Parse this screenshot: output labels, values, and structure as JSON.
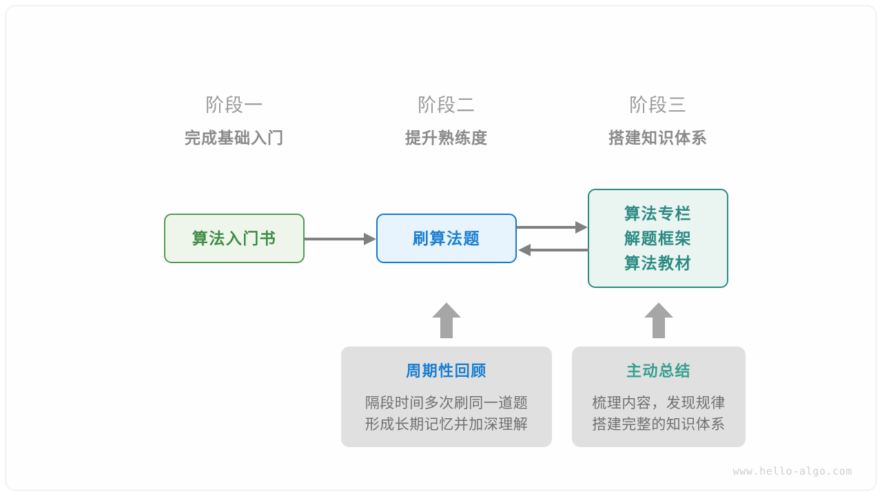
{
  "page": {
    "watermark": "www.hello-algo.com",
    "background": "#ffffff",
    "frame_border": "#e9e9e9"
  },
  "stages": [
    {
      "number": "阶段一",
      "title": "完成基础入门"
    },
    {
      "number": "阶段二",
      "title": "提升熟练度"
    },
    {
      "number": "阶段三",
      "title": "搭建知识体系"
    }
  ],
  "nodes": {
    "book": {
      "lines": [
        "算法入门书"
      ],
      "color": "#3f8c45",
      "fill": "#eef6ec",
      "border": "#529a4f"
    },
    "practice": {
      "lines": [
        "刷算法题"
      ],
      "color": "#1a7ed0",
      "fill": "#e7f3fd",
      "border": "#1479cf"
    },
    "resources": {
      "lines": [
        "算法专栏",
        "解题框架",
        "算法教材"
      ],
      "color": "#2d8a83",
      "fill": "#eaf5f2",
      "border": "#2d8a83"
    }
  },
  "notes": [
    {
      "title": "周期性回顾",
      "title_color": "#1a7ed0",
      "body_lines": [
        "隔段时间多次刷同一道题",
        "形成长期记忆并加深理解"
      ]
    },
    {
      "title": "主动总结",
      "title_color": "#35a08f",
      "body_lines": [
        "梳理内容，发现规律",
        "搭建完整的知识体系"
      ]
    }
  ],
  "connectors": {
    "arrow_color": "#808080",
    "up_arrow_color": "#a6a6a6",
    "book_to_practice": "arrow-right",
    "practice_to_resources": "arrow-right",
    "resources_to_practice": "arrow-left",
    "review_to_practice": "arrow-up",
    "summary_to_resources": "arrow-up"
  }
}
